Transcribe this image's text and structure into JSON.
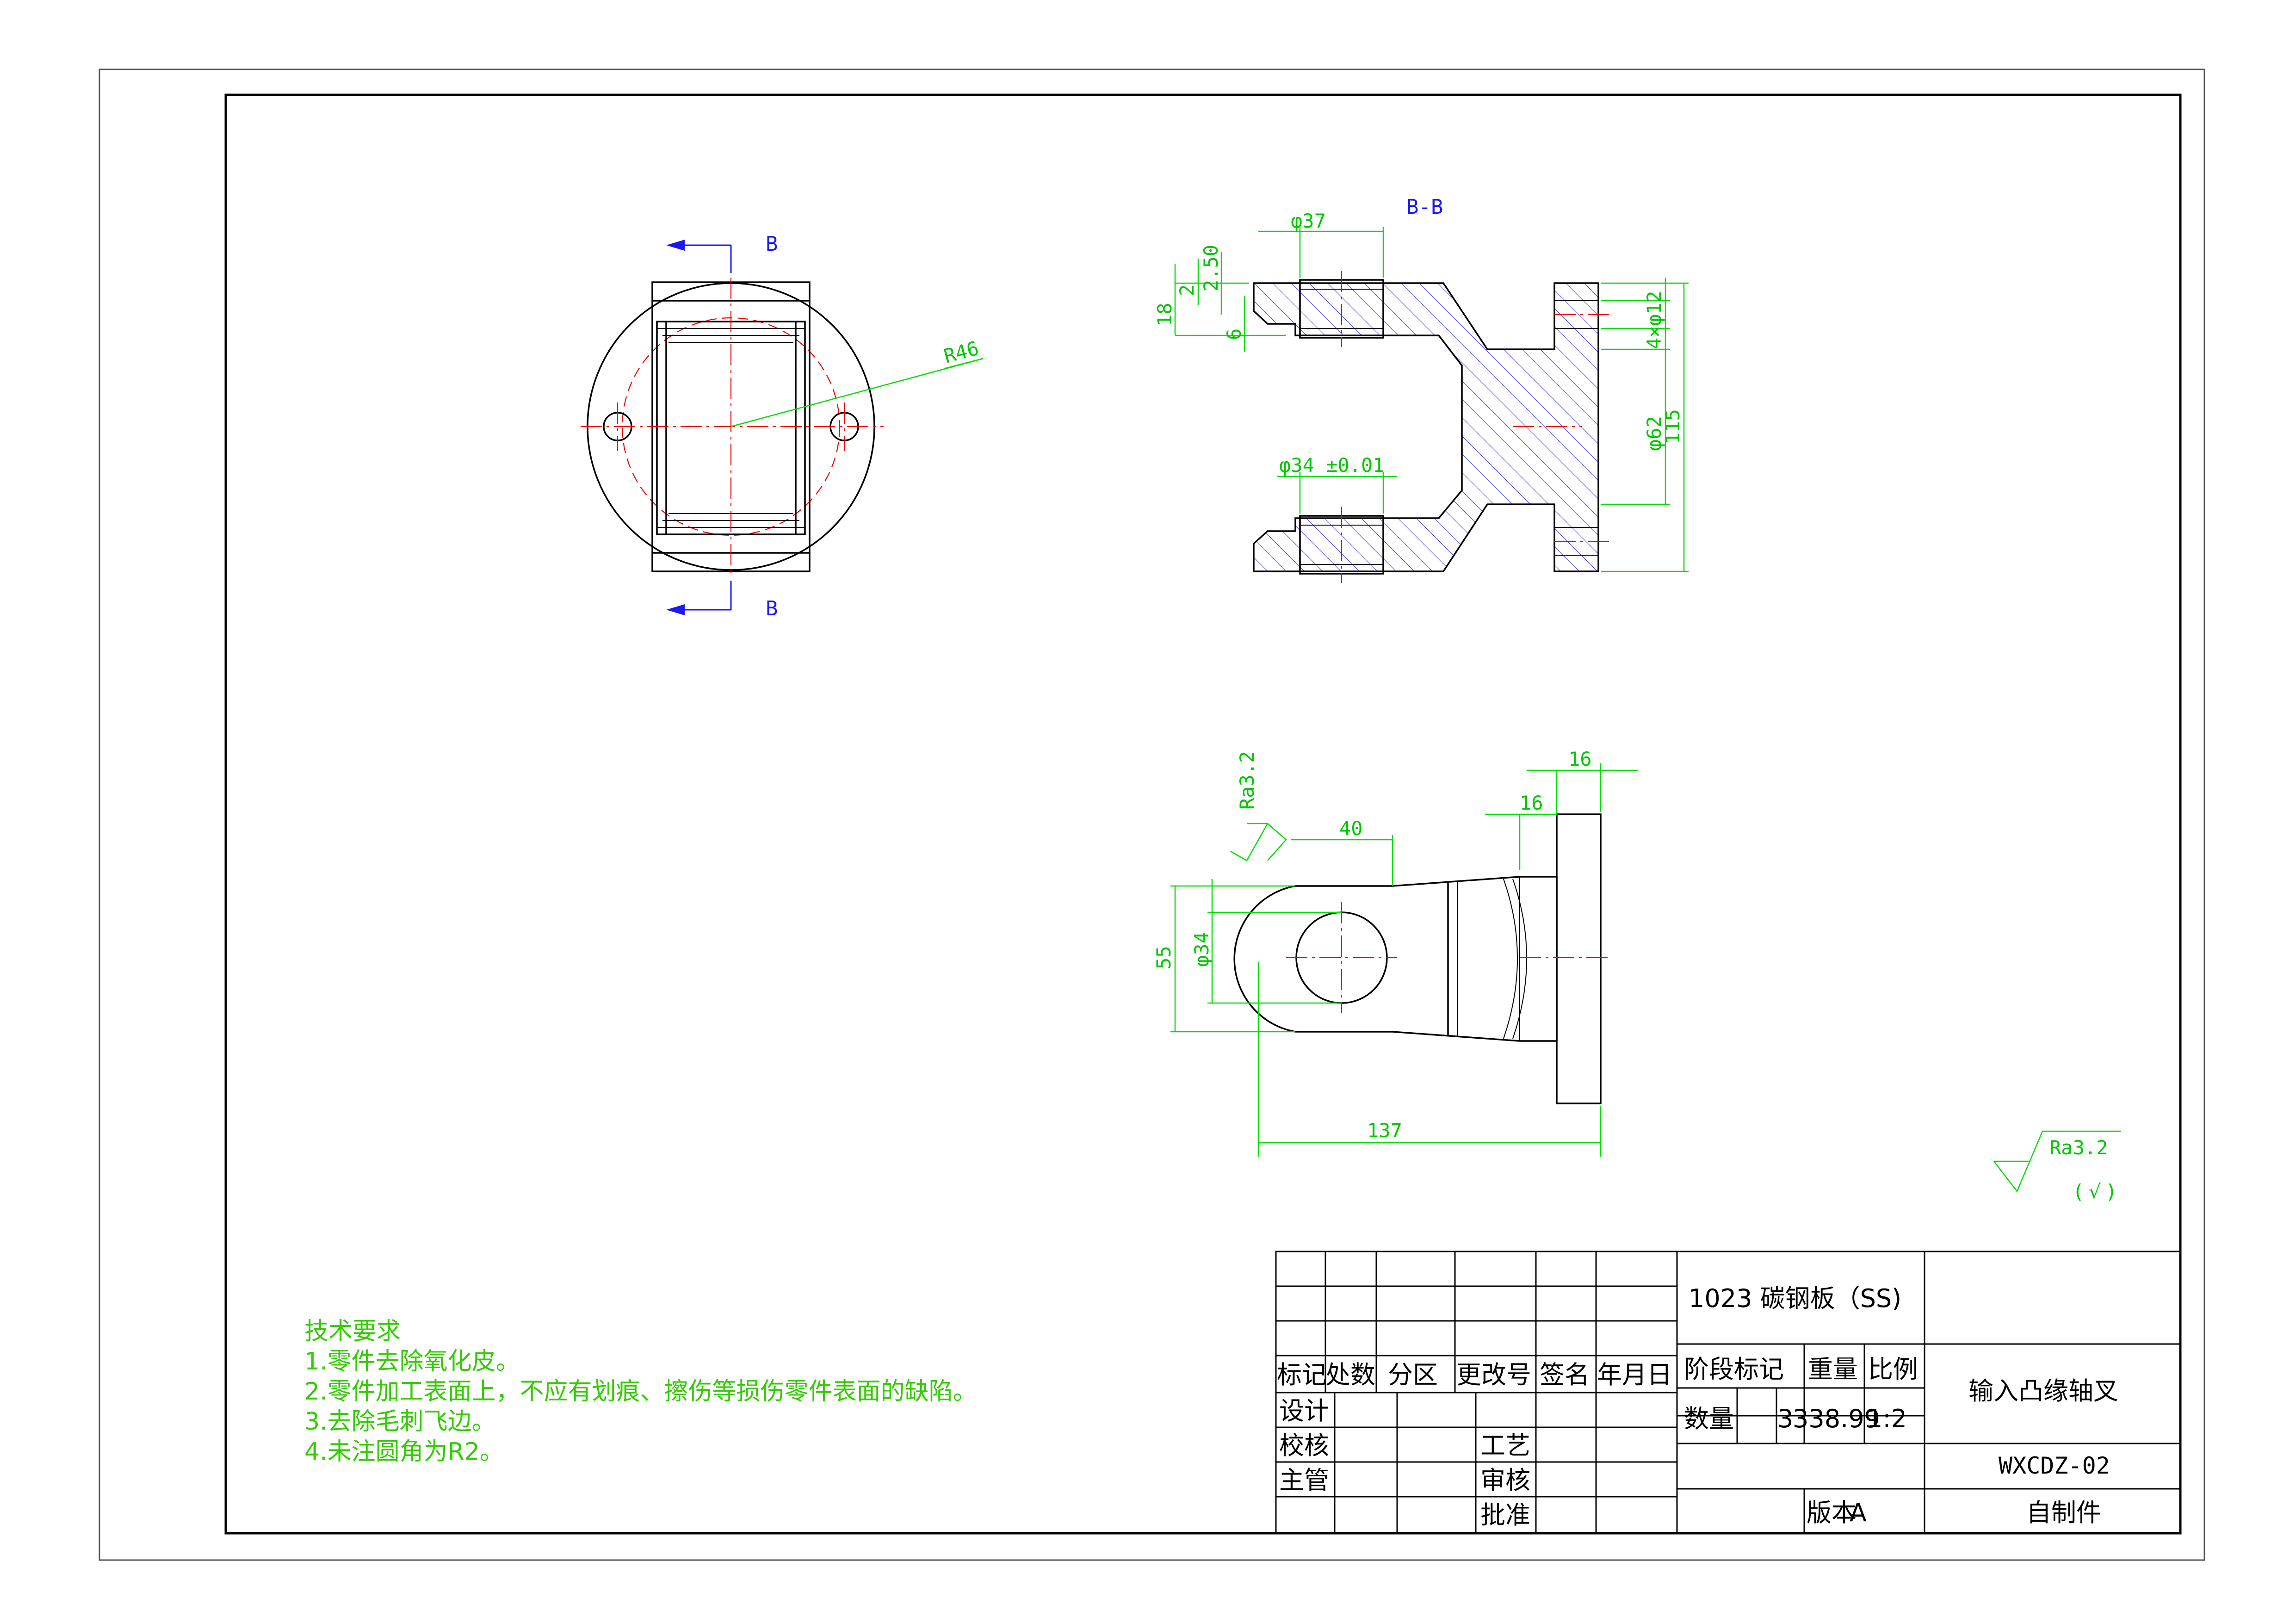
{
  "section_view": {
    "label_top": "B",
    "label_bottom": "B",
    "radius_dim": "R46"
  },
  "section_bb": {
    "title": "B-B",
    "dims": {
      "d37": "φ37",
      "d2_50": "2.50",
      "d2": "2",
      "d18": "18",
      "d6": "6",
      "d34_tol": "φ34 ±0.01",
      "d12": "4×φ12",
      "d62": "φ62",
      "d115": "115"
    }
  },
  "front_view": {
    "roughness": "Ra3.2",
    "dims": {
      "d16a": "16",
      "d16b": "16",
      "d40": "40",
      "d55": "55",
      "d34": "φ34",
      "d137": "137"
    }
  },
  "general_roughness": {
    "value": "Ra3.2",
    "note": "( √ )"
  },
  "tech_requirements": {
    "title": "技术要求",
    "items": [
      "1.零件去除氧化皮。",
      "2.零件加工表面上，不应有划痕、擦伤等损伤零件表面的缺陷。",
      "3.去除毛刺飞边。",
      "4.未注圆角为R2。"
    ]
  },
  "title_block": {
    "material": "1023 碳钢板（SS)",
    "headers": {
      "mark": "标记",
      "count": "处数",
      "zone": "分区",
      "change_no": "更改号",
      "sign": "签名",
      "date": "年月日"
    },
    "roles": {
      "design": "设计",
      "check": "校核",
      "supervisor": "主管",
      "process": "工艺",
      "review": "审核",
      "approve": "批准"
    },
    "stage_mark": "阶段标记",
    "weight_label": "重量",
    "scale_label": "比例",
    "quantity_label": "数量",
    "quantity": "3",
    "weight": "338.99",
    "scale": "1:2",
    "part_name": "输入凸缘轴叉",
    "drawing_no": "WXCDZ-02",
    "version_label": "版本",
    "version": "A",
    "source": "自制件"
  }
}
